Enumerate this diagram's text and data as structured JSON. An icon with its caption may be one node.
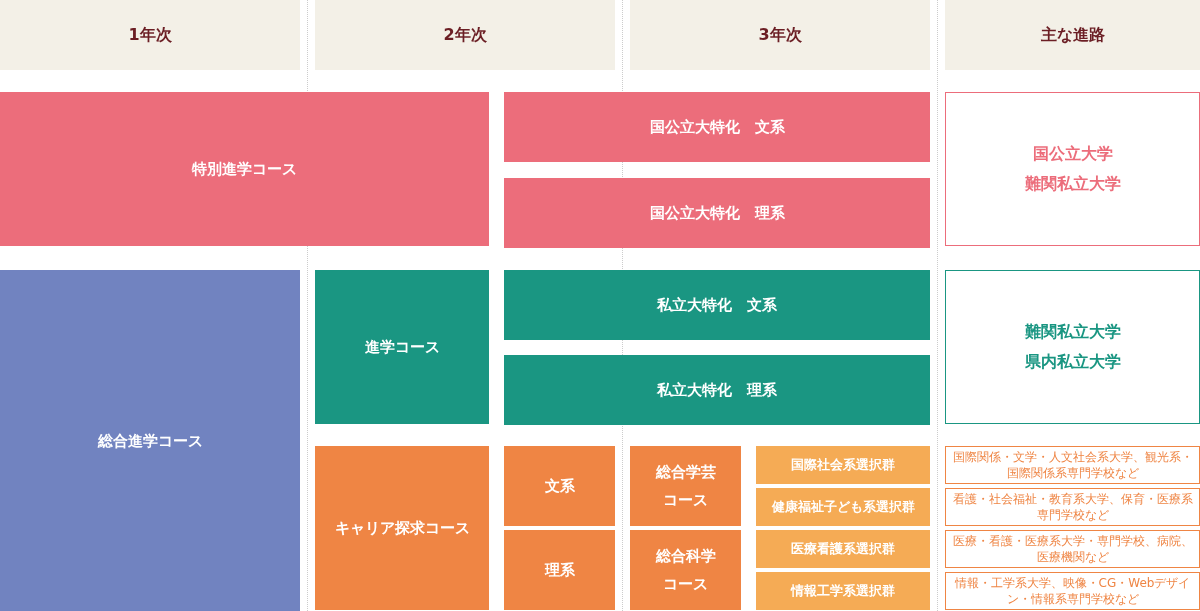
{
  "diagram": {
    "nodes": [
      {
        "text": [
          "1年次"
        ]
      },
      {
        "text": [
          "2年次"
        ]
      },
      {
        "text": [
          "3年次"
        ]
      },
      {
        "text": [
          "主な進路"
        ]
      },
      {
        "text": [
          "特別進学コース"
        ]
      },
      {
        "text": [
          "国公立大特化　文系"
        ]
      },
      {
        "text": [
          "国公立大特化　理系"
        ]
      },
      {
        "text": [
          "国公立大学",
          "難関私立大学"
        ]
      },
      {
        "text": [
          "総合進学コース"
        ]
      },
      {
        "text": [
          "進学コース"
        ]
      },
      {
        "text": [
          "私立大特化　文系"
        ]
      },
      {
        "text": [
          "私立大特化　理系"
        ]
      },
      {
        "text": [
          "難関私立大学",
          "県内私立大学"
        ]
      },
      {
        "text": [
          "キャリア探求コース"
        ]
      },
      {
        "text": [
          "文系"
        ]
      },
      {
        "text": [
          "総合学芸コース"
        ]
      },
      {
        "text": [
          "国際社会系選択群"
        ]
      },
      {
        "text": [
          "国際関係・文学・人文社会系大学、観光系・国際関係系専門学校など"
        ]
      },
      {
        "text": [
          "健康福祉子ども系選択群"
        ]
      },
      {
        "text": [
          "看護・社会福祉・教育系大学、保育・医療系専門学校など"
        ]
      },
      {
        "text": [
          "理系"
        ]
      },
      {
        "text": [
          "総合科学コース"
        ]
      },
      {
        "text": [
          "医療看護系選択群"
        ]
      },
      {
        "text": [
          "医療・看護・医療系大学・専門学校、病院、医療機関など"
        ]
      },
      {
        "text": [
          "情報工学系選択群"
        ]
      },
      {
        "text": [
          "情報・工学系大学、映像・CG・Webデザイン・情報系専門学校など"
        ]
      }
    ]
  }
}
